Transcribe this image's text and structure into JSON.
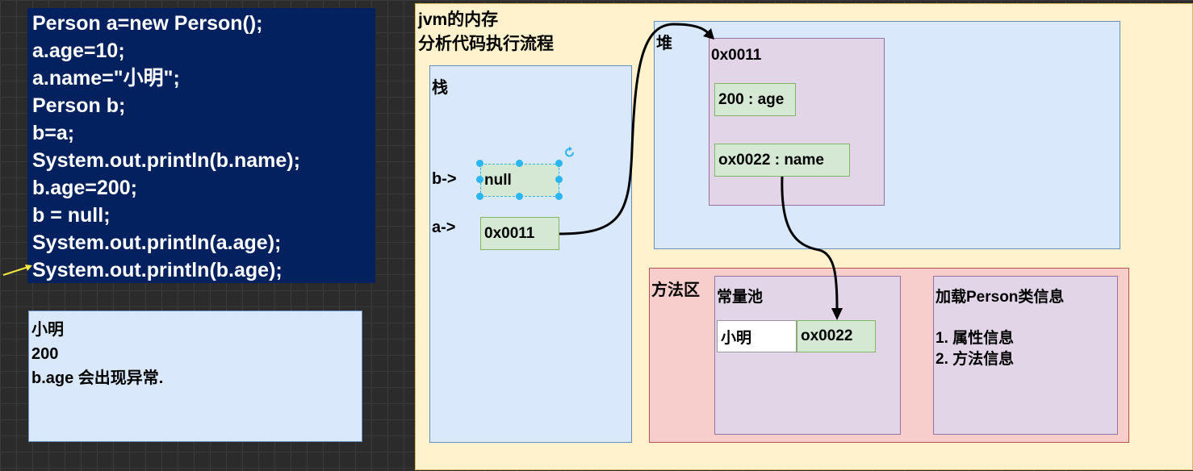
{
  "code": {
    "lines": [
      "Person a=new Person();",
      "a.age=10;",
      "a.name=\"小明\";",
      "Person b;",
      "b=a;",
      "System.out.println(b.name);",
      "b.age=200;",
      "b = null;",
      "System.out.println(a.age);",
      "System.out.println(b.age);"
    ]
  },
  "output": {
    "lines": [
      "小明",
      "200",
      "b.age 会出现异常."
    ]
  },
  "diagram": {
    "title_line1": "jvm的内存",
    "title_line2": "分析代码执行流程",
    "stack": {
      "label": "栈",
      "b_label": "b->",
      "b_value": "null",
      "a_label": "a->",
      "a_value": "0x0011"
    },
    "heap": {
      "label": "堆",
      "object_address": "0x0011",
      "field_age": "200 : age",
      "field_name": "ox0022 : name"
    },
    "method_area": {
      "label": "方法区",
      "const_pool_label": "常量池",
      "const_value": "小明",
      "const_address": "ox0022",
      "class_info_title": "加载Person类信息",
      "class_info_item1": "1. 属性信息",
      "class_info_item2": "2. 方法信息"
    }
  },
  "colors": {
    "code_bg": "#03215f",
    "canvas_bg": "#fff2cc",
    "region_blue": "#dae8fc",
    "region_purple": "#e1d5e7",
    "region_red": "#f8cecc",
    "cell_green": "#d5e8d4",
    "pointer_arrow": "#f5e642"
  }
}
